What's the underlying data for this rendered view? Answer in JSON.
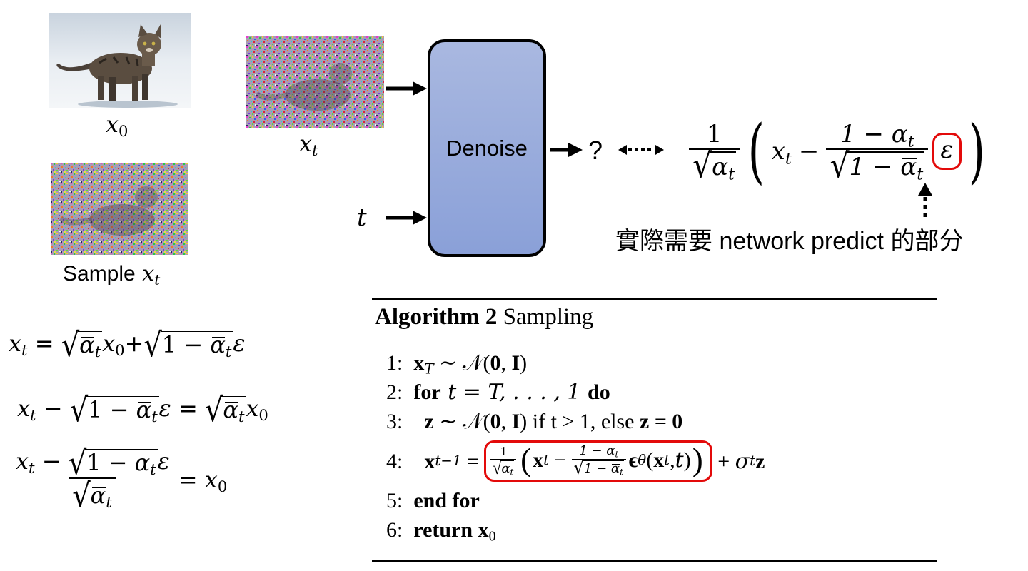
{
  "labels": {
    "x0": "x",
    "x0_sub": "0",
    "xt": "x",
    "xt_sub": "t",
    "sample_text": "Sample",
    "sample_var": "x",
    "sample_sub": "t",
    "t_input": "t",
    "denoise": "Denoise",
    "question": "?",
    "annotation": "實際需要 network predict 的部分"
  },
  "formula_right": {
    "one": "1",
    "alpha": "α",
    "t": "t",
    "xt": "x",
    "minus": "−",
    "one_minus_alpha": "1 − α",
    "one_minus_alphabar": "1 − ",
    "alphabar": "α",
    "epsilon": "ε"
  },
  "equations": {
    "eq1_lhs": "x",
    "eq1_rhs_a": "x",
    "eq1_zero": "0",
    "eq1_plus": "+",
    "eq1_eps": "ε",
    "eq2_eps": "ε",
    "eq2_eq": "=",
    "eq3_eq": "= x",
    "one_minus": "1 − ",
    "abar": "α"
  },
  "algorithm": {
    "title_bold": "Algorithm 2",
    "title_rest": " Sampling",
    "l1_num": "1:",
    "l2_num": "2:",
    "l2_for": "for",
    "l2_mid": " t = T, . . . , 1 ",
    "l2_do": "do",
    "l3_num": "3:",
    "l3_if": " if t > 1, else ",
    "l4_num": "4:",
    "l5_num": "5:",
    "l5_text": "end for",
    "l6_num": "6:",
    "l6_text": "return",
    "N": "𝒩",
    "zero_vec": "0",
    "identity": "I",
    "sim": "∼",
    "x_bold": "x",
    "z_bold": "z",
    "eps_theta": "ϵ",
    "theta": "θ",
    "sigma": "σ"
  },
  "colors": {
    "denoise_top": "#a9b8e0",
    "denoise_bottom": "#8aa0d8",
    "highlight": "#e30a0a"
  }
}
